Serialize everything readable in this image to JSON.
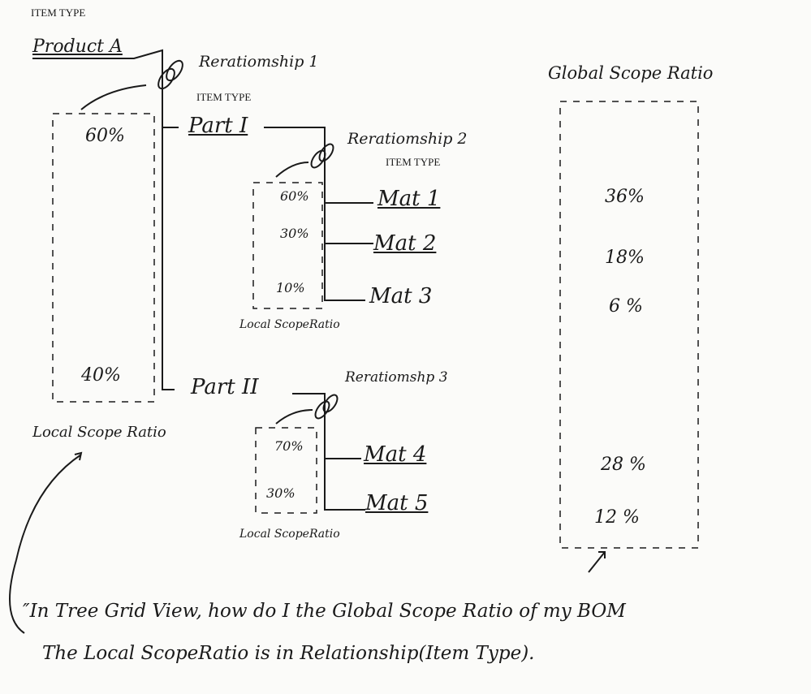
{
  "diagram": {
    "product": {
      "type_label": "ITEM TYPE",
      "name": "Product A",
      "rel": "Reratiomship 1"
    },
    "part1": {
      "type_label": "ITEM TYPE",
      "name": "Part I",
      "rel": "Reratiomship 2",
      "local": "60%"
    },
    "part2": {
      "name": "Part II",
      "rel": "Reratiomshp 3",
      "local": "40%"
    },
    "mats_type_label": "ITEM TYPE",
    "mats": [
      {
        "name": "Mat 1",
        "local": "60%",
        "global": "36%"
      },
      {
        "name": "Mat 2",
        "local": "30%",
        "global": "18%"
      },
      {
        "name": "Mat 3",
        "local": "10%",
        "global": "6 %"
      },
      {
        "name": "Mat 4",
        "local": "70%",
        "global": "28 %"
      },
      {
        "name": "Mat 5",
        "local": "30%",
        "global": "12 %"
      }
    ],
    "local_label_big": "Local Scope Ratio",
    "local_label_small": "Local ScopeRatio",
    "global_title": "Global Scope Ratio",
    "notes": [
      "″In Tree Grid View, how do I the Global Scope Ratio of my BOM",
      "The Local ScopeRatio is in Relationship(Item Type)."
    ]
  }
}
